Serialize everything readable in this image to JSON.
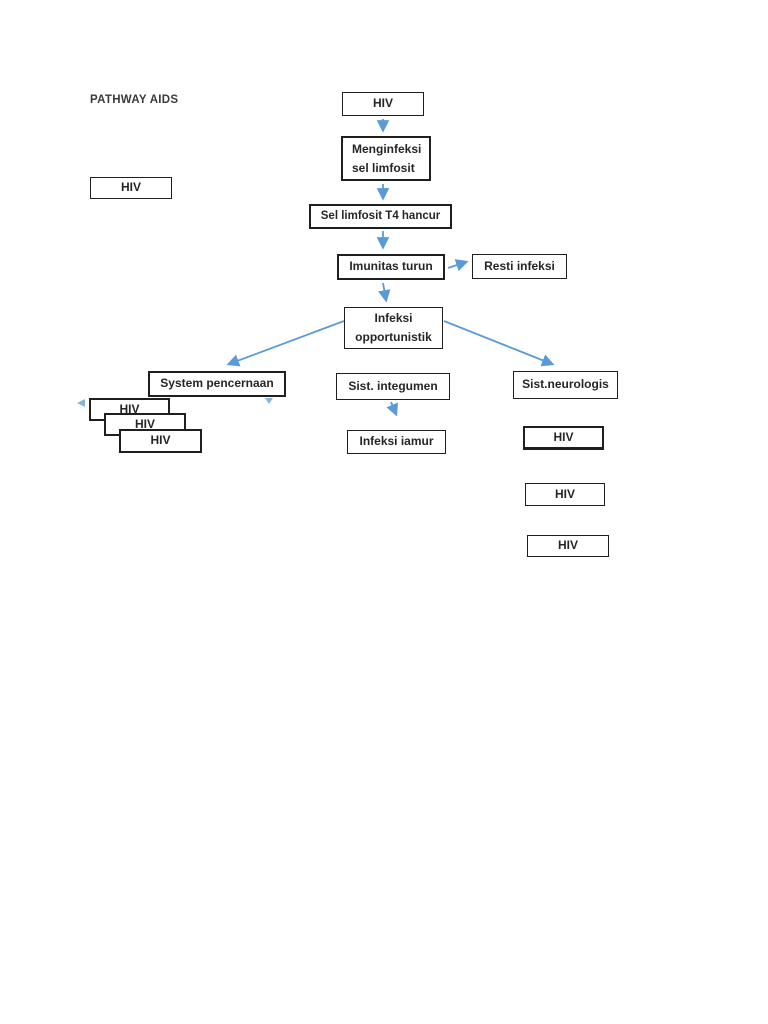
{
  "title": "PATHWAY AIDS",
  "colors": {
    "arrow": "#5b9bd5",
    "border": "#1f1f1f",
    "text": "#262626",
    "page_background": "#ffffff"
  },
  "nodes": {
    "hiv_top": "HIV",
    "menginfeksi": {
      "line1": "Menginfeksi",
      "line2": "sel limfosit"
    },
    "sel_limfosit_t4": "Sel limfosit T4 hancur",
    "hiv_left": "HIV",
    "imunitas_turun": "Imunitas turun",
    "resti_infeksi": "Resti infeksi",
    "infeksi_opportunistik": {
      "line1": "Infeksi",
      "line2": "opportunistik"
    },
    "system_pencernaan": "System pencernaan",
    "sist_integumen": "Sist. integumen",
    "sist_neurologis": "Sist.neurologis",
    "infeksi_iamur": "Infeksi iamur",
    "hiv_stack": [
      "HIV",
      "HIV",
      "HIV"
    ],
    "hiv_right_column": [
      "HIV",
      "HIV",
      "HIV"
    ]
  }
}
